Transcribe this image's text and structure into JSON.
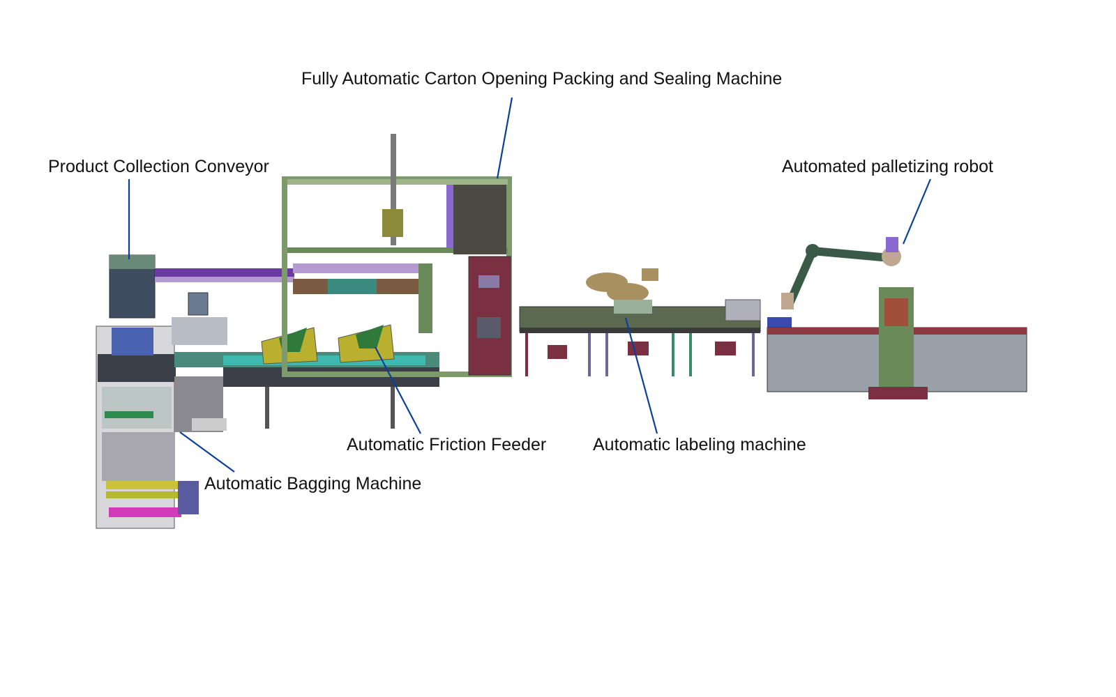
{
  "callouts": {
    "carton_machine": "Fully Automatic Carton Opening Packing and Sealing Machine",
    "collection_conveyor": "Product Collection Conveyor",
    "palletizing_robot": "Automated palletizing robot",
    "friction_feeder": "Automatic Friction Feeder",
    "labeling_machine": "Automatic labeling machine",
    "bagging_machine": "Automatic Bagging Machine"
  },
  "colors": {
    "leader_line": "#0a3f9c",
    "frame_green": "#7d9a6a",
    "frame_purple": "#5b4a8a",
    "feeder_yellow": "#b8b02e",
    "conveyor_cyan": "#3fb8b0",
    "robot_grey": "#9aa0a8",
    "cabinet_red": "#7a3040"
  }
}
